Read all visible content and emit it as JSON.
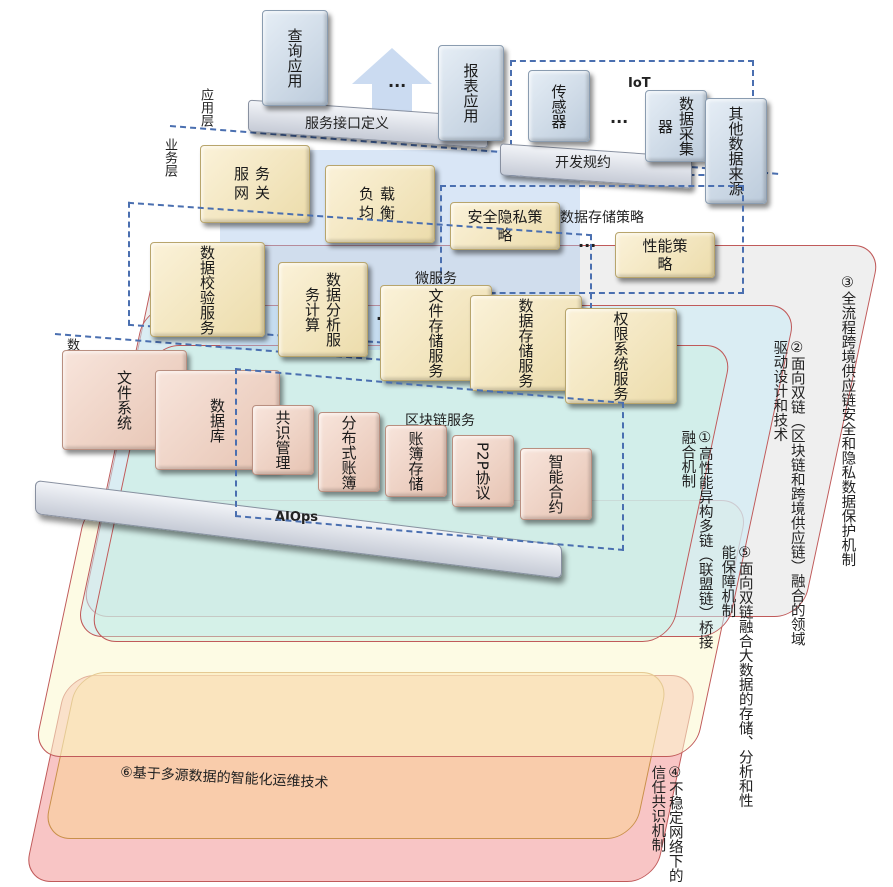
{
  "layers": {
    "p3": "③全流程跨境供应链安全和隐私数据保护机制",
    "p2": "②面向双链（区块链和跨境供应链）融合的领域驱动设计和技术",
    "p1": "①高性能异构多链（联盟链）桥接融合机制",
    "p5": "⑤面向双链融合大数据的存储、分析和性能保障机制",
    "p4": "④不稳定网络下的信任共识机制",
    "p6": "⑥基于多源数据的智能化运维技术"
  },
  "tiers": {
    "app": "应用层",
    "business": "业务层",
    "data": "数据层"
  },
  "app": {
    "query": "查询应用",
    "dots1": "...",
    "report": "报表应用",
    "iot_label": "IoT",
    "sensor": "传感器",
    "dots2": "...",
    "collector": "数据采集器",
    "other": "其他数据来源",
    "service_interface": "服务接口定义",
    "dev_spec": "开发规约"
  },
  "business": {
    "gateway": "服务网关",
    "lb": "负载均衡",
    "storage_policy_label": "数据存储策略",
    "security_policy": "安全隐私策略",
    "dots": "...",
    "perf_policy": "性能策略",
    "micro_label": "微服务",
    "check_svc": "数据校验服务",
    "analysis_svc": "数据分析服务计算",
    "dots2": "...",
    "file_svc": "文件存储服务",
    "data_svc": "数据存储服务",
    "auth_svc": "权限系统服务"
  },
  "data_layer": {
    "fs": "文件系统",
    "db": "数据库",
    "bc_label": "区块链服务",
    "consensus": "共识管理",
    "ledger": "分布式账簿",
    "ledger_store": "账簿存储",
    "p2p": "P2P协议",
    "contract": "智能合约",
    "aiops": "AIOps"
  },
  "colors": {
    "blue_block": "#bccbdb",
    "yellow_block": "#ecdcab",
    "pink_block": "#e6c3b2",
    "dash": "#4a6fb0"
  }
}
